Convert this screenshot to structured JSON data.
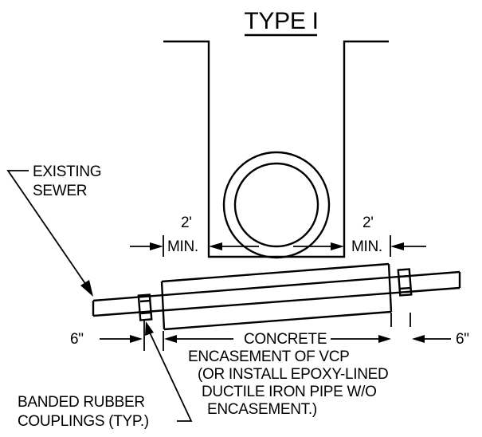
{
  "title": "TYPE I",
  "labels": {
    "existing_sewer": [
      "EXISTING",
      "SEWER"
    ],
    "left_clearance": [
      "2'",
      "MIN."
    ],
    "right_clearance": [
      "2'",
      "MIN."
    ],
    "left_overlap": "6\"",
    "right_overlap": "6\"",
    "concrete_encasement": [
      "CONCRETE",
      "ENCASEMENT OF VCP",
      "(OR INSTALL EPOXY-LINED",
      "DUCTILE IRON PIPE W/O",
      "ENCASEMENT.)"
    ],
    "couplings": [
      "BANDED RUBBER",
      "COUPLINGS (TYP.)"
    ]
  }
}
